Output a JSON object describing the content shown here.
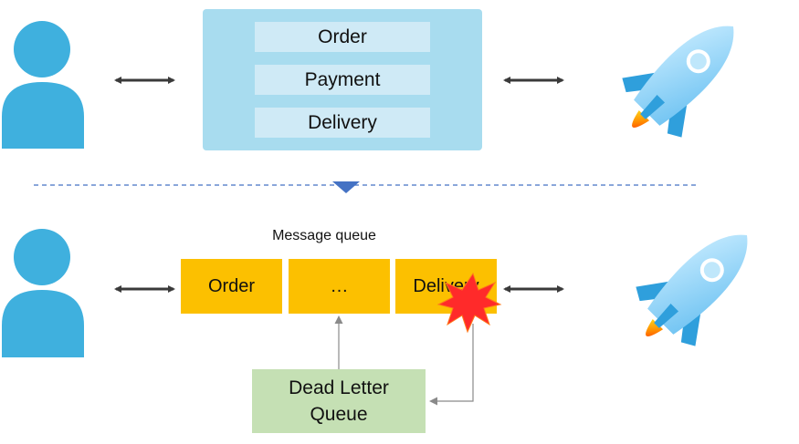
{
  "top": {
    "services": [
      "Order",
      "Payment",
      "Delivery"
    ]
  },
  "bottom": {
    "queue_label": "Message queue",
    "queue_items": [
      "Order",
      "…",
      "Delivery"
    ],
    "dead_letter": {
      "line1": "Dead Letter",
      "line2": "Queue"
    }
  },
  "colors": {
    "user": "#3fb0de",
    "service_box": "#a8dcef",
    "service_row": "#cfeaf6",
    "queue": "#fcc000",
    "dead_letter": "#c5e0b4",
    "divider": "#4472c4",
    "error_burst": "#ff2a2a"
  },
  "icons": [
    "user-icon",
    "rocket-icon",
    "error-burst-icon",
    "double-arrow-icon",
    "triangle-down-icon"
  ]
}
